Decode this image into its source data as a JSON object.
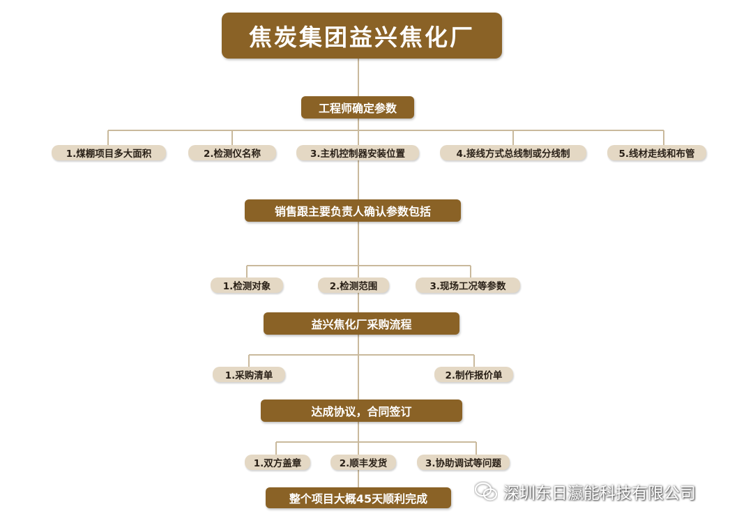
{
  "title": "焦炭集团益兴焦化厂",
  "steps": [
    {
      "label": "工程师确定参数",
      "items": [
        "1.煤棚项目多大面积",
        "2.检测仪名称",
        "3.主机控制器安装位置",
        "4.接线方式总线制或分线制",
        "5.线材走线和布管"
      ]
    },
    {
      "label": "销售跟主要负责人确认参数包括",
      "items": [
        "1.检测对象",
        "2.检测范围",
        "3.现场工况等参数"
      ]
    },
    {
      "label": "益兴焦化厂采购流程",
      "items": [
        "1.采购清单",
        "2.制作报价单"
      ]
    },
    {
      "label": "达成协议，合同签订",
      "items": [
        "1.双方盖章",
        "2.顺丰发货",
        "3.协助调试等问题"
      ]
    },
    {
      "label": "整个项目大概45天顺利完成",
      "items": []
    }
  ],
  "watermark": {
    "icon": "wechat-icon",
    "text": "深圳东日瀛能科技有限公司"
  },
  "colors": {
    "box": "#8a6226",
    "pill": "#e4d8c4",
    "connector": "#c9b99c"
  }
}
